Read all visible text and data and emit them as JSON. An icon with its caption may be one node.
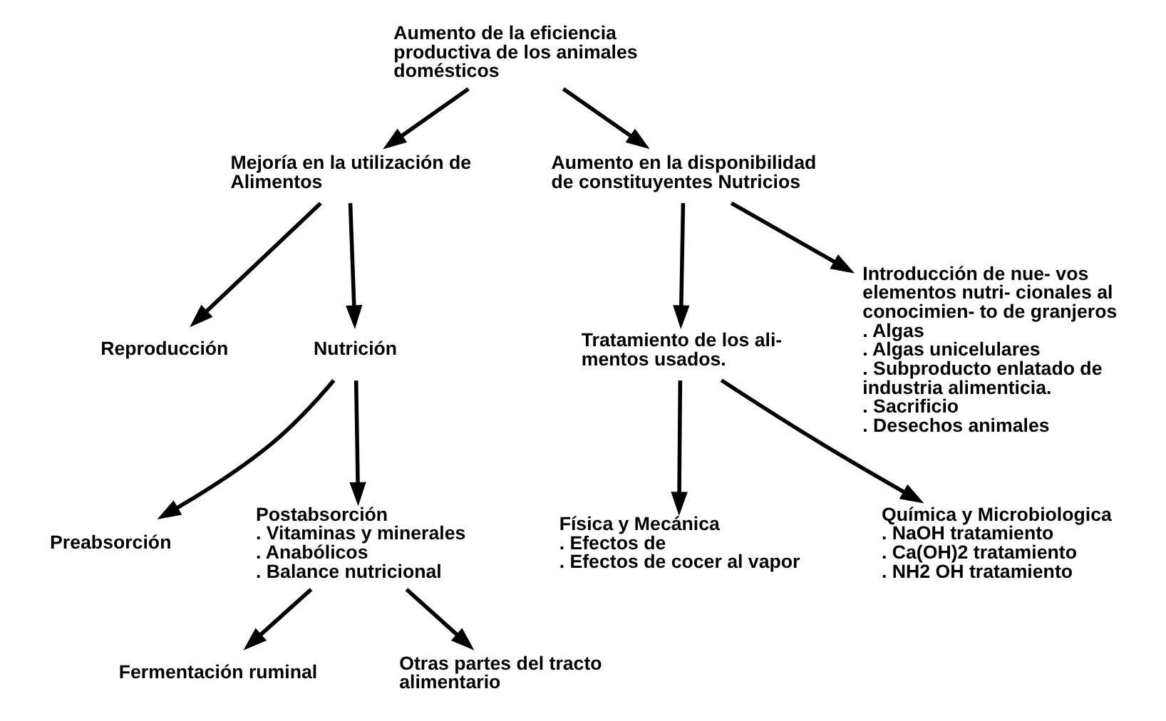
{
  "diagram": {
    "nodes": [
      {
        "text": [
          "Aumento de la eficiencia productiva de los animales domésticos"
        ]
      },
      {
        "text": [
          "Mejoría en la utilización de Alimentos"
        ]
      },
      {
        "text": [
          "Aumento en la disponibilidad de constituyentes Nutricios"
        ]
      },
      {
        "text": [
          "Reproducción"
        ]
      },
      {
        "text": [
          "Nutrición"
        ]
      },
      {
        "text": [
          "Tratamiento de los ali- mentos usados."
        ]
      },
      {
        "text": [
          "Introducción de nue- vos elementos nutri- cionales al conocimien- to de granjeros",
          ". Algas",
          ". Algas unicelulares",
          ". Subproducto enlatado de industria alimenticia.",
          ". Sacrificio",
          ". Desechos animales"
        ]
      },
      {
        "text": [
          "Preabsorción"
        ]
      },
      {
        "text": [
          "Postabsorción",
          ". Vitaminas y minerales",
          ". Anabólicos",
          ". Balance nutricional"
        ]
      },
      {
        "text": [
          "Fermentación ruminal"
        ]
      },
      {
        "text": [
          "Otras partes del tracto alimentario"
        ]
      },
      {
        "text": [
          "Física y Mecánica",
          ". Efectos de",
          ". Efectos de cocer al vapor"
        ]
      },
      {
        "text": [
          "Química y Microbiologica",
          ". NaOH tratamiento",
          ". Ca(OH)2 tratamiento",
          ". NH2 OH tratamiento"
        ]
      }
    ],
    "edges": [
      {
        "from": 0,
        "to": 1,
        "arrow": "to"
      },
      {
        "from": 0,
        "to": 2,
        "arrow": "to"
      },
      {
        "from": 1,
        "to": 3,
        "arrow": "to"
      },
      {
        "from": 1,
        "to": 4,
        "arrow": "to"
      },
      {
        "from": 2,
        "to": 5,
        "arrow": "to"
      },
      {
        "from": 2,
        "to": 6,
        "arrow": "to"
      },
      {
        "from": 4,
        "to": 7,
        "arrow": "to"
      },
      {
        "from": 4,
        "to": 8,
        "arrow": "to"
      },
      {
        "from": 8,
        "to": 9,
        "arrow": "to"
      },
      {
        "from": 8,
        "to": 10,
        "arrow": "to"
      },
      {
        "from": 5,
        "to": 11,
        "arrow": "to"
      },
      {
        "from": 5,
        "to": 12,
        "arrow": "to"
      }
    ]
  }
}
